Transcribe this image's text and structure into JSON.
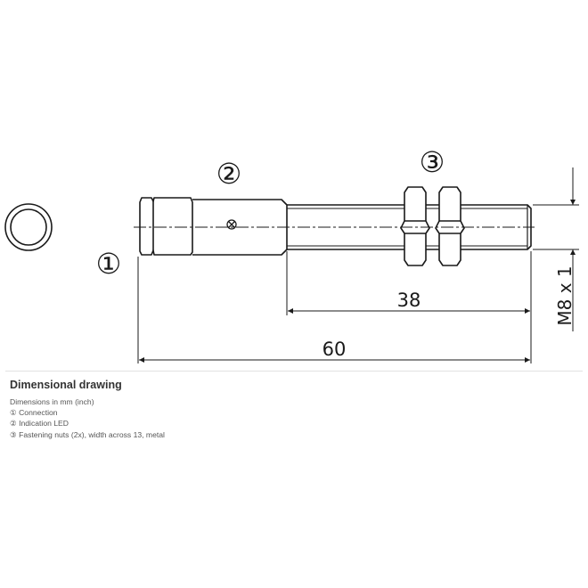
{
  "drawing": {
    "callouts": {
      "connection": "①",
      "indication_led": "②",
      "fastening_nuts": "③"
    },
    "dimensions": {
      "overall_length": "60",
      "thread_length": "38",
      "thread_size": "M8 x 1"
    }
  },
  "caption": {
    "title": "Dimensional drawing",
    "units_note": "Dimensions in mm (inch)",
    "legend": [
      "① Connection",
      "② Indication LED",
      "③ Fastening nuts (2x), width across 13, metal"
    ]
  }
}
